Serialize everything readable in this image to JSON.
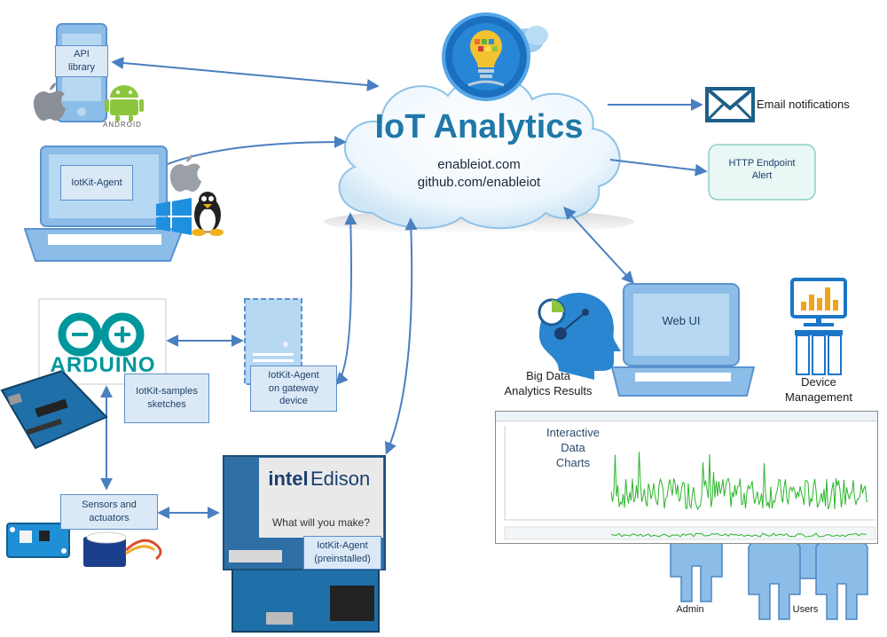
{
  "title": "IoT Analytics",
  "urls": [
    "enableiot.com",
    "github.com/enableiot"
  ],
  "labels": {
    "api_library": "API\nlibrary",
    "iotkit_agent_laptop": "IotKit-Agent",
    "email": "Email notifications",
    "http_alert": "HTTP Endpoint\nAlert",
    "arduino_logo": "ARDUINO",
    "samples": "IotKit-samples\nsketches",
    "gateway_agent": "IotKit-Agent\non gateway\ndevice",
    "web_ui": "Web UI",
    "big_data": "Big Data\nAnalytics Results",
    "device_mgmt": "Device\nManagement",
    "interactive_charts": "Interactive\nData\nCharts",
    "sensors": "Sensors and\nactuators",
    "intel": "intel",
    "edison": "Edison",
    "edison_tagline": "What will you make?",
    "edison_agent": "IotKit-Agent\n(preinstalled)",
    "admin": "Admin",
    "users": "Users",
    "android_text": "ANDROID"
  },
  "icons": [
    "mobile-device-icon",
    "apple-icon",
    "android-icon",
    "laptop-icon",
    "windows-icon",
    "linux-icon",
    "cloud-icon",
    "lightbulb-logo-icon",
    "email-icon",
    "server-icon",
    "head-analytics-icon",
    "monitor-chart-icon",
    "server-rack-icon",
    "person-icon",
    "group-icon",
    "arduino-board-icon",
    "sensor-board-icon",
    "servo-icon",
    "edison-board-icon"
  ],
  "colors": {
    "cloud_title": "#1f78a8",
    "connector": "#4a7fc0",
    "device_fill": "#8cbde8",
    "device_dark": "#5b93cf",
    "label_box": "#dbe9f7",
    "chart_line": "#2cb52c",
    "arduino_teal": "#00979c"
  }
}
